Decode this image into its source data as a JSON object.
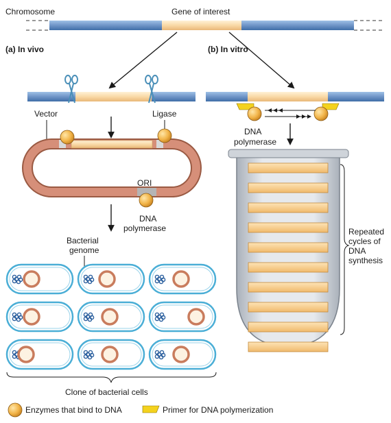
{
  "labels": {
    "chromosome": "Chromosome",
    "gene_of_interest": "Gene of interest",
    "in_vivo": "(a) In vivo",
    "in_vitro": "(b) In vitro",
    "vector": "Vector",
    "ligase": "Ligase",
    "ori": "ORI",
    "dna_polymerase_vivo_line1": "DNA",
    "dna_polymerase_vivo_line2": "polymerase",
    "dna_polymerase_vitro_line1": "DNA",
    "dna_polymerase_vitro_line2": "polymerase",
    "bacterial_genome_line1": "Bacterial",
    "bacterial_genome_line2": "genome",
    "repeated_line1": "Repeated",
    "repeated_line2": "cycles of",
    "repeated_line3": "DNA",
    "repeated_line4": "synthesis",
    "clone_caption": "Clone of bacterial cells"
  },
  "legend": {
    "enzymes": "Enzymes that bind to DNA",
    "primer": "Primer for DNA polymerization"
  },
  "colors": {
    "dna_strand": "#6f95c7",
    "gene_fill": "#f9d9a6",
    "enzyme": "#f2b54a",
    "primer": "#f4d21e",
    "vector_ring": "#d68f79",
    "cell_outline": "#4aaed6",
    "plasmid_ring": "#c97c5d",
    "tube_fill": "#d9dde2"
  },
  "cells": {
    "rows": 3,
    "cols": 3
  },
  "pcr_bands": {
    "count": 10
  }
}
